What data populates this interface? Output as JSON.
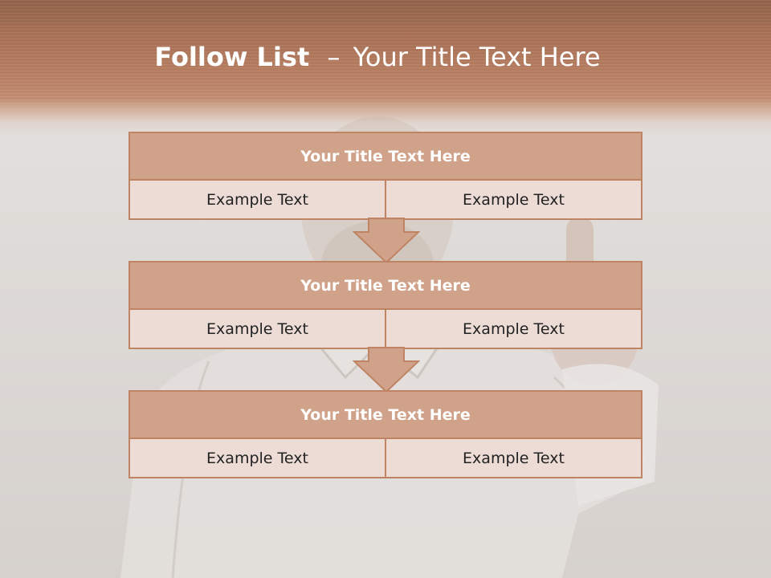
{
  "slide": {
    "title_bold": "Follow List",
    "title_dash": "–",
    "title_rest": "Your Title Text Here"
  },
  "steps": [
    {
      "title": "Your Title Text Here",
      "left": "Example Text",
      "right": "Example Text"
    },
    {
      "title": "Your Title Text Here",
      "left": "Example Text",
      "right": "Example Text"
    },
    {
      "title": "Your Title Text Here",
      "left": "Example Text",
      "right": "Example Text"
    }
  ],
  "colors": {
    "header": "#b67d61",
    "box_border": "#bf8464",
    "box_title_bg": "#cfa289",
    "box_cell_bg": "#ecdcd5"
  }
}
